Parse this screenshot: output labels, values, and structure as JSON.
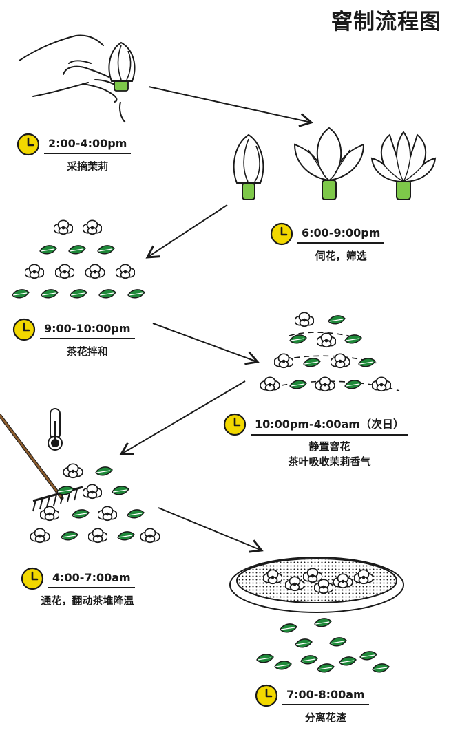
{
  "title": "窨制流程图",
  "colors": {
    "clock": "#f2d800",
    "leaf": "#1f8a3a",
    "stem": "#7ec84a",
    "ink": "#1a1a1a"
  },
  "icons": [
    "clock-icon",
    "hand-icon",
    "jasmine-flower-icon",
    "tea-leaf-icon",
    "thermometer-icon",
    "rake-icon",
    "sieve-icon",
    "arrow-icon"
  ],
  "steps": [
    {
      "time": "2:00-4:00pm",
      "lines": [
        "采摘茉莉"
      ]
    },
    {
      "time": "6:00-9:00pm",
      "lines": [
        "伺花，筛选"
      ]
    },
    {
      "time": "9:00-10:00pm",
      "lines": [
        "茶花拌和"
      ]
    },
    {
      "time": "10:00pm-4:00am（次日）",
      "lines": [
        "静置窨花",
        "茶叶吸收茉莉香气"
      ]
    },
    {
      "time": "4:00-7:00am",
      "lines": [
        "通花，翻动茶堆降温"
      ]
    },
    {
      "time": "7:00-8:00am",
      "lines": [
        "分离花渣"
      ]
    }
  ]
}
